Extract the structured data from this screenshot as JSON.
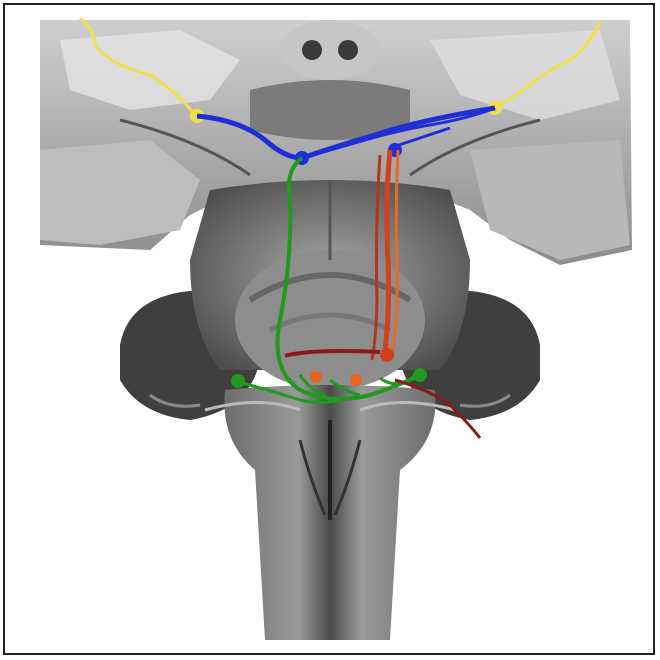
{
  "figure": {
    "description_type": "anatomical photograph with colored pathway overlay",
    "background_color": "#ffffff",
    "border_color": "#222222"
  },
  "pathways": [
    {
      "name": "yellow-pathway",
      "color": "#f2e04a"
    },
    {
      "name": "blue-pathway",
      "color": "#1f2fd6"
    },
    {
      "name": "green-pathway",
      "color": "#1f9a1f"
    },
    {
      "name": "red-pathway",
      "color": "#d2401c"
    },
    {
      "name": "dark-red-pathway",
      "color": "#8a1a1a"
    },
    {
      "name": "orange-nuclei",
      "color": "#e8641c"
    }
  ]
}
